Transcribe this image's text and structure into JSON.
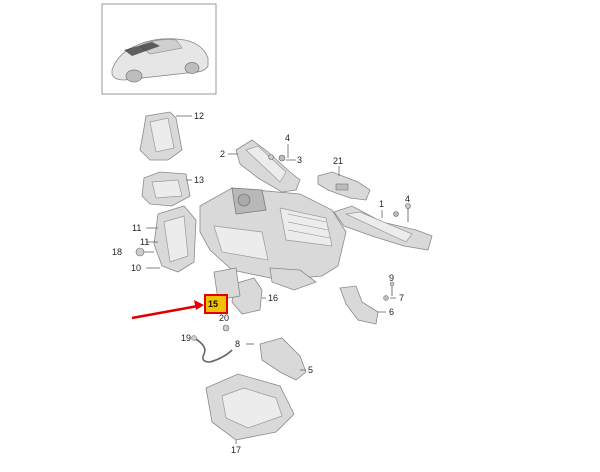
{
  "diagram": {
    "callouts": [
      {
        "key": "c1",
        "label": "12"
      },
      {
        "key": "c2",
        "label": "4"
      },
      {
        "key": "c3",
        "label": "2"
      },
      {
        "key": "c4",
        "label": "3"
      },
      {
        "key": "c5",
        "label": "21"
      },
      {
        "key": "c6",
        "label": "13"
      },
      {
        "key": "c7",
        "label": "1"
      },
      {
        "key": "c8",
        "label": "4"
      },
      {
        "key": "c9",
        "label": "11"
      },
      {
        "key": "c10",
        "label": "11"
      },
      {
        "key": "c11",
        "label": "18"
      },
      {
        "key": "c12",
        "label": "10"
      },
      {
        "key": "c13",
        "label": "9"
      },
      {
        "key": "c14",
        "label": "7"
      },
      {
        "key": "c15",
        "label": "6"
      },
      {
        "key": "c16",
        "label": "16"
      },
      {
        "key": "c17",
        "label": "20"
      },
      {
        "key": "c18",
        "label": "19"
      },
      {
        "key": "c19",
        "label": "8"
      },
      {
        "key": "c20",
        "label": "5"
      },
      {
        "key": "c21",
        "label": "17"
      }
    ],
    "highlighted_part": {
      "label": "15"
    },
    "colors": {
      "highlight_fill": "#f2c200",
      "highlight_border": "#e00000",
      "arrow": "#e00000"
    }
  }
}
